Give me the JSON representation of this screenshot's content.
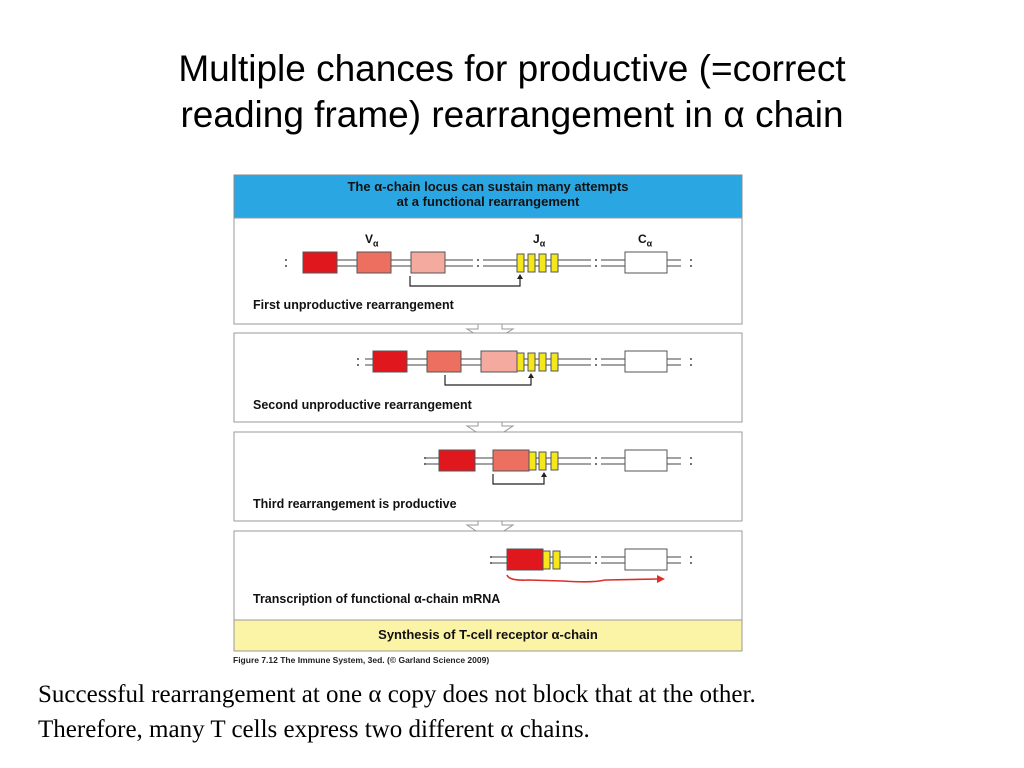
{
  "title": {
    "line1": "Multiple chances for productive (=correct",
    "line2": "reading frame) rearrangement in α chain"
  },
  "figure": {
    "header": {
      "line1": "The α-chain locus can sustain many attempts",
      "line2": "at a functional rearrangement"
    },
    "segments": {
      "v": "V",
      "v_sub": "α",
      "j": "J",
      "j_sub": "α",
      "c": "C",
      "c_sub": "α"
    },
    "panels": [
      {
        "label": "First unproductive rearrangement"
      },
      {
        "label": "Second unproductive rearrangement"
      },
      {
        "label": "Third rearrangement is productive"
      },
      {
        "label": "Transcription of functional α-chain mRNA"
      }
    ],
    "bottom": "Synthesis of T-cell receptor α-chain",
    "caption": "Figure 7.12  The Immune System, 3ed. (© Garland Science 2009)",
    "colors": {
      "header_bg": "#2aa7e3",
      "bottom_bg": "#fbf3a5",
      "v1": "#e0181e",
      "v2": "#ec6f5f",
      "v3": "#f5aaa0",
      "j": "#f4e81c",
      "arrow_red": "#d9302b"
    }
  },
  "footer": {
    "line1": "Successful rearrangement at one α copy does not block that at the other.",
    "line2": "Therefore, many T cells express two different α chains."
  }
}
